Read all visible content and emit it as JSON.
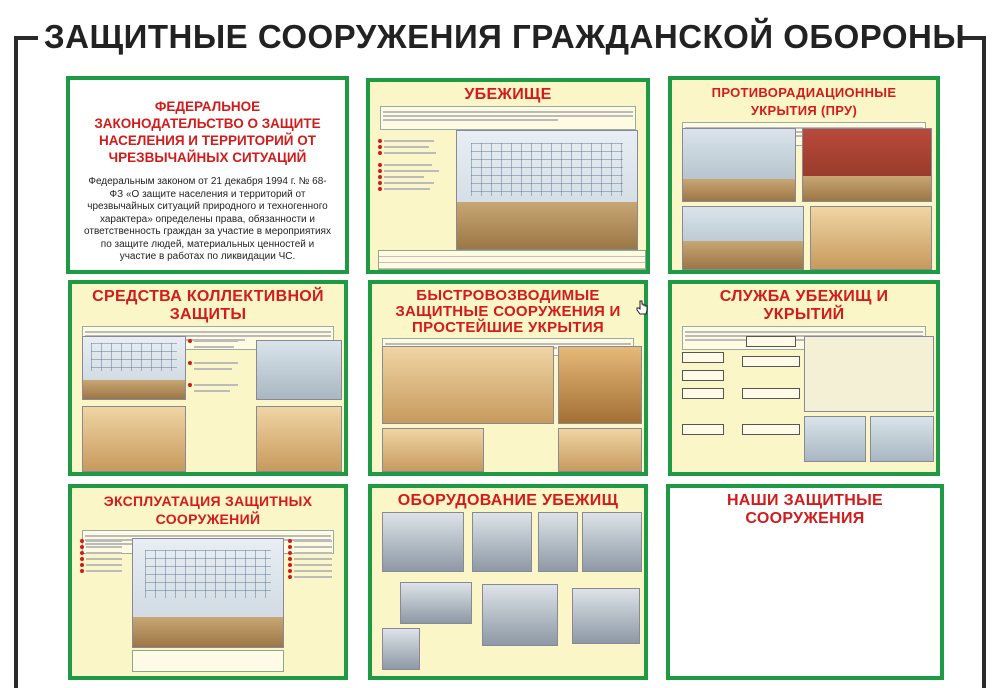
{
  "page": {
    "title": "ЗАЩИТНЫЕ СООРУЖЕНИЯ ГРАЖДАНСКОЙ ОБОРОНЫ"
  },
  "colors": {
    "panel_border": "#1e9a45",
    "title_red": "#d21b1b",
    "panel_bg": "#fbf6c8"
  },
  "panels": {
    "law": {
      "title": "ФЕДЕРАЛЬНОЕ ЗАКОНОДАТЕЛЬСТВО О ЗАЩИТЕ НАСЕЛЕНИЯ И ТЕРРИТОРИЙ ОТ ЧРЕЗВЫЧАЙНЫХ СИТУАЦИЙ",
      "text": "Федеральным законом от 21 декабря 1994 г. № 68-ФЗ «О защите населения и территорий от чрезвычайных ситуаций природного и техногенного характера» определены права, обязанности и ответственность граждан за участие в мероприятиях по защите людей, материальных ценностей и участие в работах по ликвидации ЧС."
    },
    "shelter": {
      "title": "УБЕЖИЩЕ"
    },
    "pru": {
      "title": "ПРОТИВОРАДИАЦИОННЫЕ УКРЫТИЯ (ПРУ)"
    },
    "collective": {
      "title": "СРЕДСТВА КОЛЛЕКТИВНОЙ ЗАЩИТЫ"
    },
    "quick": {
      "title": "БЫСТРОВОЗВОДИМЫЕ ЗАЩИТНЫЕ СООРУЖЕНИЯ И ПРОСТЕЙШИЕ УКРЫТИЯ"
    },
    "service": {
      "title": "СЛУЖБА УБЕЖИЩ И УКРЫТИЙ"
    },
    "exploitation": {
      "title": "ЭКСПЛУАТАЦИЯ ЗАЩИТНЫХ СООРУЖЕНИЙ"
    },
    "equipment": {
      "title": "ОБОРУДОВАНИЕ УБЕЖИЩ"
    },
    "ours": {
      "title": "НАШИ ЗАЩИТНЫЕ СООРУЖЕНИЯ"
    }
  }
}
